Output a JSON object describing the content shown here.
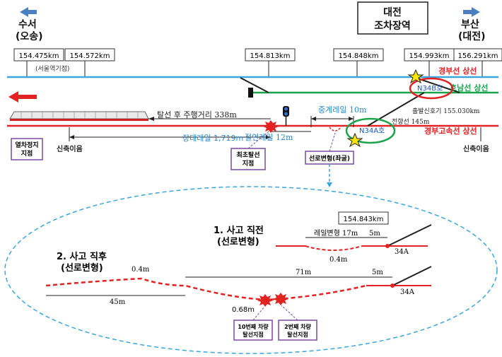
{
  "header": {
    "left_dir": "수서",
    "left_dir_sub": "(오송)",
    "right_dir": "부산",
    "right_dir_sub": "(대전)",
    "depot_line1": "대전",
    "depot_line2": "조차장역"
  },
  "km_posts": [
    "154.475km",
    "154.572km",
    "154.813km",
    "154.848km",
    "154.993km",
    "156.291km"
  ],
  "km_note": "(서울역기점)",
  "lines": {
    "gyeongbu_up": "경부선 상선",
    "honam_up": "호남선 상선",
    "ktx_up": "경부고속선 상선"
  },
  "switches": {
    "n34b": "N34B호",
    "n34a": "N34A호"
  },
  "annotations": {
    "run_after_derail": "탈선 후 주행거리 338m",
    "joint_rail": "중계레일 10m",
    "long_rail": "장대레일 1,719m",
    "sep_rail": "절연레일 12m",
    "wing_rail": "전향선 145m",
    "start_signal": "출발신호기 155.030km"
  },
  "boxes": {
    "train_stop": [
      "열차정지",
      "지점"
    ],
    "first_derail": [
      "최초탈선",
      "지점"
    ],
    "track_deform": "선로변형(좌굴)"
  },
  "joint_labels": {
    "left": "신축이음",
    "right": "신축이음"
  },
  "detail": {
    "before_title": [
      "1. 사고 직전",
      "(선로변형)"
    ],
    "after_title": [
      "2. 사고 직후",
      "(선로변형)"
    ],
    "km_box": "154.843km",
    "rail_deform": "레일변형 17m",
    "d5m_a": "5m",
    "d04_a": "0.4m",
    "sw_a": "34A",
    "d04_b": "0.4m",
    "d71": "71m",
    "d5m_b": "5m",
    "d45": "45m",
    "d068": "0.68m",
    "sw_b": "34A",
    "car10": [
      "10번째 차량",
      "탈선지점"
    ],
    "car2": [
      "2번째 차량",
      "탈선지점"
    ]
  },
  "colors": {
    "blue_line": "#3aa6dc",
    "green_line": "#1aa54a",
    "red_line": "#e32222",
    "arrow_blue": "#4a7fc1",
    "box_border": "#7a4aa0"
  }
}
